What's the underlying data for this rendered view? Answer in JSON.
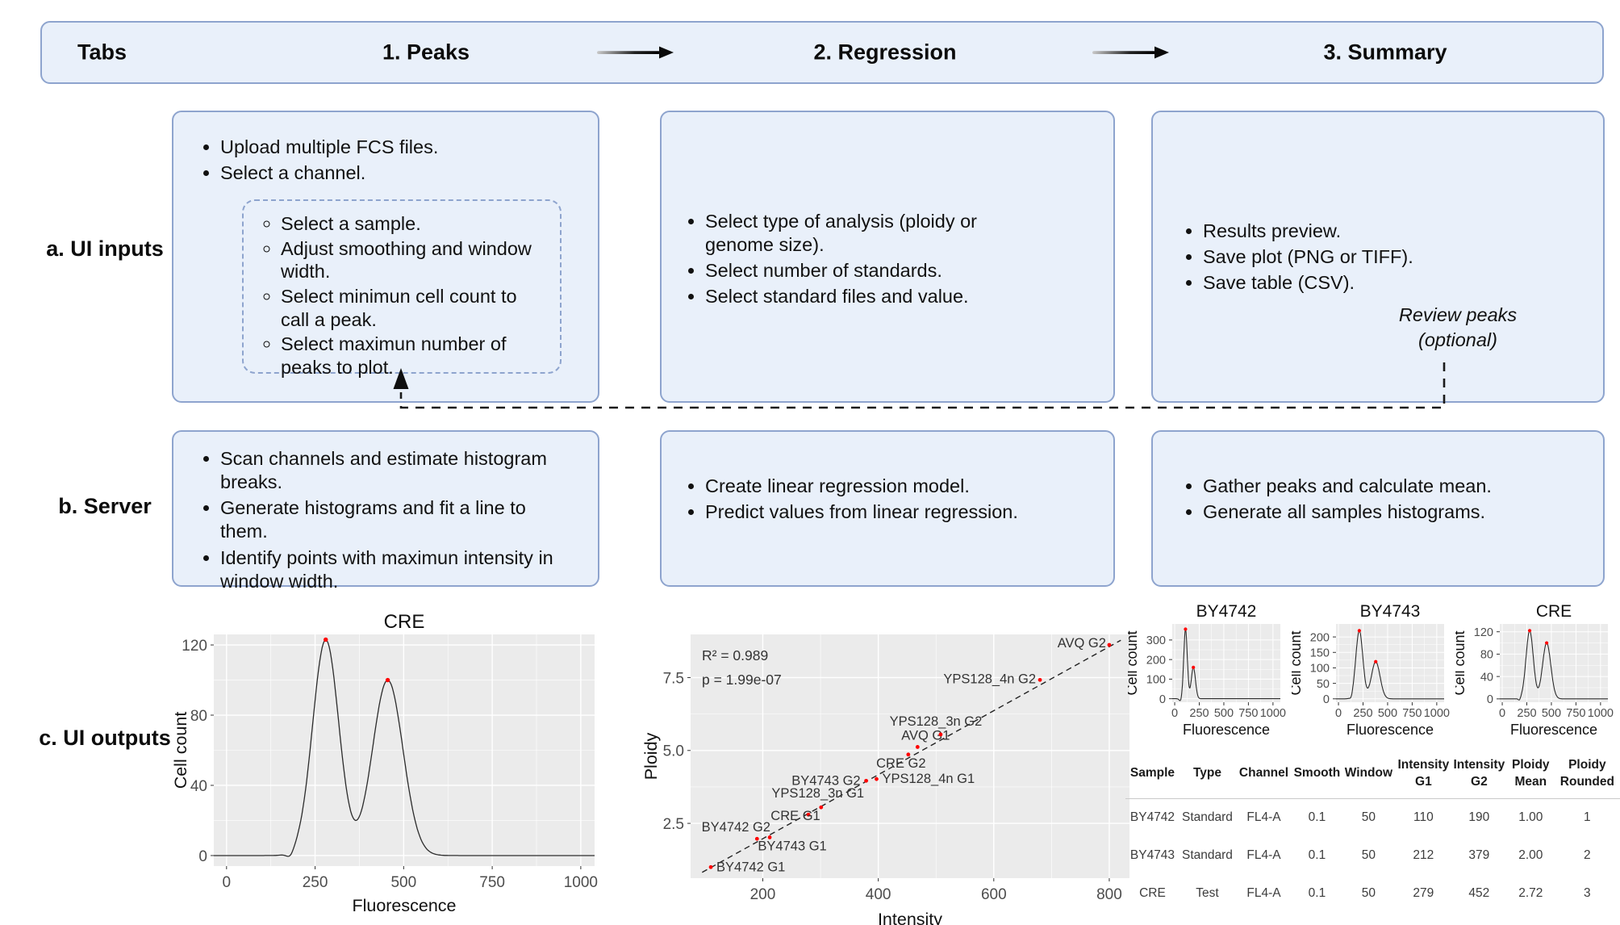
{
  "colors": {
    "box_fill": "#e9f0fa",
    "box_border": "#8ea4ce",
    "panel": "#ebebeb",
    "grid": "#ffffff",
    "curve": "#2b2b2b",
    "marker": "#ff0000",
    "connector": "#1a1a1a"
  },
  "tabs_bar": {
    "label": "Tabs",
    "steps": [
      "1. Peaks",
      "2. Regression",
      "3. Summary"
    ]
  },
  "row_labels": {
    "inputs": "a. UI inputs",
    "server": "b. Server",
    "outputs": "c. UI outputs"
  },
  "ui_inputs": {
    "peaks": {
      "bullets": [
        "Upload multiple FCS files.",
        "Select a channel."
      ],
      "sub_bullets": [
        "Select a sample.",
        "Adjust smoothing and window width.",
        "Select minimun cell count to call a peak.",
        "Select maximun number of peaks to plot."
      ]
    },
    "regression": {
      "bullets": [
        "Select type of analysis (ploidy or genome size).",
        "Select number of standards.",
        "Select standard files and value."
      ]
    },
    "summary": {
      "bullets": [
        "Results preview.",
        "Save plot (PNG or TIFF).",
        "Save table (CSV)."
      ],
      "note_line1": "Review peaks",
      "note_line2": "(optional)"
    }
  },
  "server": {
    "peaks": {
      "bullets": [
        "Scan channels and estimate histogram breaks.",
        "Generate histograms and fit a line to them.",
        "Identify points with maximun intensity in window width."
      ]
    },
    "regression": {
      "bullets": [
        "Create linear regression model.",
        "Predict values from linear regression."
      ]
    },
    "summary": {
      "bullets": [
        "Gather peaks and calculate mean.",
        "Generate all samples histograms."
      ]
    }
  },
  "chart_data": [
    {
      "type": "line",
      "title": "CRE",
      "xlabel": "Fluorescence",
      "ylabel": "Cell count",
      "xticks": [
        0,
        250,
        500,
        750,
        1000
      ],
      "yticks": [
        0,
        40,
        80,
        120
      ],
      "xlim": [
        0,
        1000
      ],
      "ylim": [
        0,
        123
      ],
      "x_draw": [
        -36,
        1039
      ],
      "y_draw": [
        -6,
        126
      ],
      "grid": true,
      "peaks": [
        {
          "x": 280,
          "y": 123,
          "sigma": 37,
          "marker": true
        },
        {
          "x": 455,
          "y": 100,
          "sigma": 43,
          "marker": true
        },
        {
          "x": 180,
          "y": -3,
          "sigma": 10,
          "marker": false
        }
      ]
    },
    {
      "type": "scatter",
      "title": "",
      "xlabel": "Intensity",
      "ylabel": "Ploidy",
      "xticks": [
        200,
        400,
        600,
        800
      ],
      "yticks": [
        2.5,
        5.0,
        7.5
      ],
      "ytick_labels": [
        "2.5",
        "5.0",
        "7.5"
      ],
      "xlim": [
        110,
        800
      ],
      "ylim": [
        1.0,
        8.62
      ],
      "x_draw": [
        75,
        835
      ],
      "y_draw": [
        0.62,
        8.98
      ],
      "grid": true,
      "annotation": [
        "R² = 0.989",
        "p = 1.99e-07"
      ],
      "trend": {
        "x1": 95,
        "y1": 0.82,
        "x2": 820,
        "y2": 8.78,
        "style": "dashed"
      },
      "points": [
        {
          "label": "BY4742 G1",
          "x": 110,
          "y": 1.0,
          "anchor": "start",
          "dx": 7,
          "dy": 5
        },
        {
          "label": "BY4742 G2",
          "x": 190,
          "y": 1.97,
          "anchor": "middle",
          "dx": -26,
          "dy": -9
        },
        {
          "label": "BY4743 G1",
          "x": 212,
          "y": 2.02,
          "anchor": "middle",
          "dx": 28,
          "dy": 16
        },
        {
          "label": "CRE G1",
          "x": 279,
          "y": 2.8,
          "anchor": "middle",
          "dx": -16,
          "dy": 7
        },
        {
          "label": "YPS128_3n G1",
          "x": 301,
          "y": 3.05,
          "anchor": "middle",
          "dx": -4,
          "dy": -12
        },
        {
          "label": "BY4743 G2",
          "x": 379,
          "y": 3.96,
          "anchor": "end",
          "dx": -7,
          "dy": 5
        },
        {
          "label": "YPS128_4n G1",
          "x": 397,
          "y": 4.02,
          "anchor": "start",
          "dx": 7,
          "dy": 5
        },
        {
          "label": "CRE G2",
          "x": 452,
          "y": 4.86,
          "anchor": "middle",
          "dx": -9,
          "dy": 16
        },
        {
          "label": "AVQ G1",
          "x": 468,
          "y": 5.12,
          "anchor": "middle",
          "dx": 10,
          "dy": -9
        },
        {
          "label": "YPS128_3n G2",
          "x": 508,
          "y": 5.55,
          "anchor": "middle",
          "dx": -6,
          "dy": -11
        },
        {
          "label": "YPS128_4n G2",
          "x": 680,
          "y": 7.42,
          "anchor": "end",
          "dx": -5,
          "dy": 4
        },
        {
          "label": "AVQ G2",
          "x": 800,
          "y": 8.62,
          "anchor": "end",
          "dx": -4,
          "dy": 3
        }
      ]
    },
    {
      "type": "line",
      "title": "BY4742",
      "xlabel": "Fluorescence",
      "ylabel": "Cell count",
      "xticks": [
        0,
        250,
        500,
        750,
        1000
      ],
      "yticks": [
        0,
        100,
        200,
        300
      ],
      "xlim": [
        0,
        1000
      ],
      "ylim": [
        0,
        355
      ],
      "x_draw": [
        -25,
        1075
      ],
      "y_draw": [
        -18,
        382
      ],
      "grid": true,
      "peaks": [
        {
          "x": 110,
          "y": 355,
          "sigma": 18,
          "marker": true
        },
        {
          "x": 190,
          "y": 160,
          "sigma": 21,
          "marker": true
        },
        {
          "x": 60,
          "y": -14,
          "sigma": 13,
          "marker": false
        }
      ]
    },
    {
      "type": "line",
      "title": "BY4743",
      "xlabel": "Fluorescence",
      "ylabel": "Cell count",
      "xticks": [
        0,
        250,
        500,
        750,
        1000
      ],
      "yticks": [
        0,
        50,
        100,
        150,
        200
      ],
      "xlim": [
        0,
        1000
      ],
      "ylim": [
        0,
        220
      ],
      "x_draw": [
        -25,
        1075
      ],
      "y_draw": [
        -11,
        242
      ],
      "grid": true,
      "peaks": [
        {
          "x": 212,
          "y": 220,
          "sigma": 36,
          "marker": true
        },
        {
          "x": 379,
          "y": 120,
          "sigma": 44,
          "marker": true
        },
        {
          "x": 130,
          "y": -8,
          "sigma": 13,
          "marker": false
        }
      ]
    },
    {
      "type": "line",
      "title": "CRE",
      "xlabel": "Fluorescence",
      "ylabel": "Cell count",
      "xticks": [
        0,
        250,
        500,
        750,
        1000
      ],
      "yticks": [
        0,
        40,
        80,
        120
      ],
      "xlim": [
        0,
        1000
      ],
      "ylim": [
        0,
        122
      ],
      "x_draw": [
        -25,
        1075
      ],
      "y_draw": [
        -6,
        134
      ],
      "grid": true,
      "peaks": [
        {
          "x": 279,
          "y": 122,
          "sigma": 37,
          "marker": true
        },
        {
          "x": 452,
          "y": 100,
          "sigma": 42,
          "marker": true
        },
        {
          "x": 175,
          "y": -4,
          "sigma": 11,
          "marker": false
        }
      ]
    },
    {
      "type": "table",
      "columns": [
        "Sample",
        "Type",
        "Channel",
        "Smooth",
        "Window",
        "Intensity\nG1",
        "Intensity\nG2",
        "Ploidy\nMean",
        "Ploidy\nRounded"
      ],
      "rows": [
        [
          "BY4742",
          "Standard",
          "FL4-A",
          "0.1",
          "50",
          "110",
          "190",
          "1.00",
          "1"
        ],
        [
          "BY4743",
          "Standard",
          "FL4-A",
          "0.1",
          "50",
          "212",
          "379",
          "2.00",
          "2"
        ],
        [
          "CRE",
          "Test",
          "FL4-A",
          "0.1",
          "50",
          "279",
          "452",
          "2.72",
          "3"
        ]
      ]
    }
  ]
}
